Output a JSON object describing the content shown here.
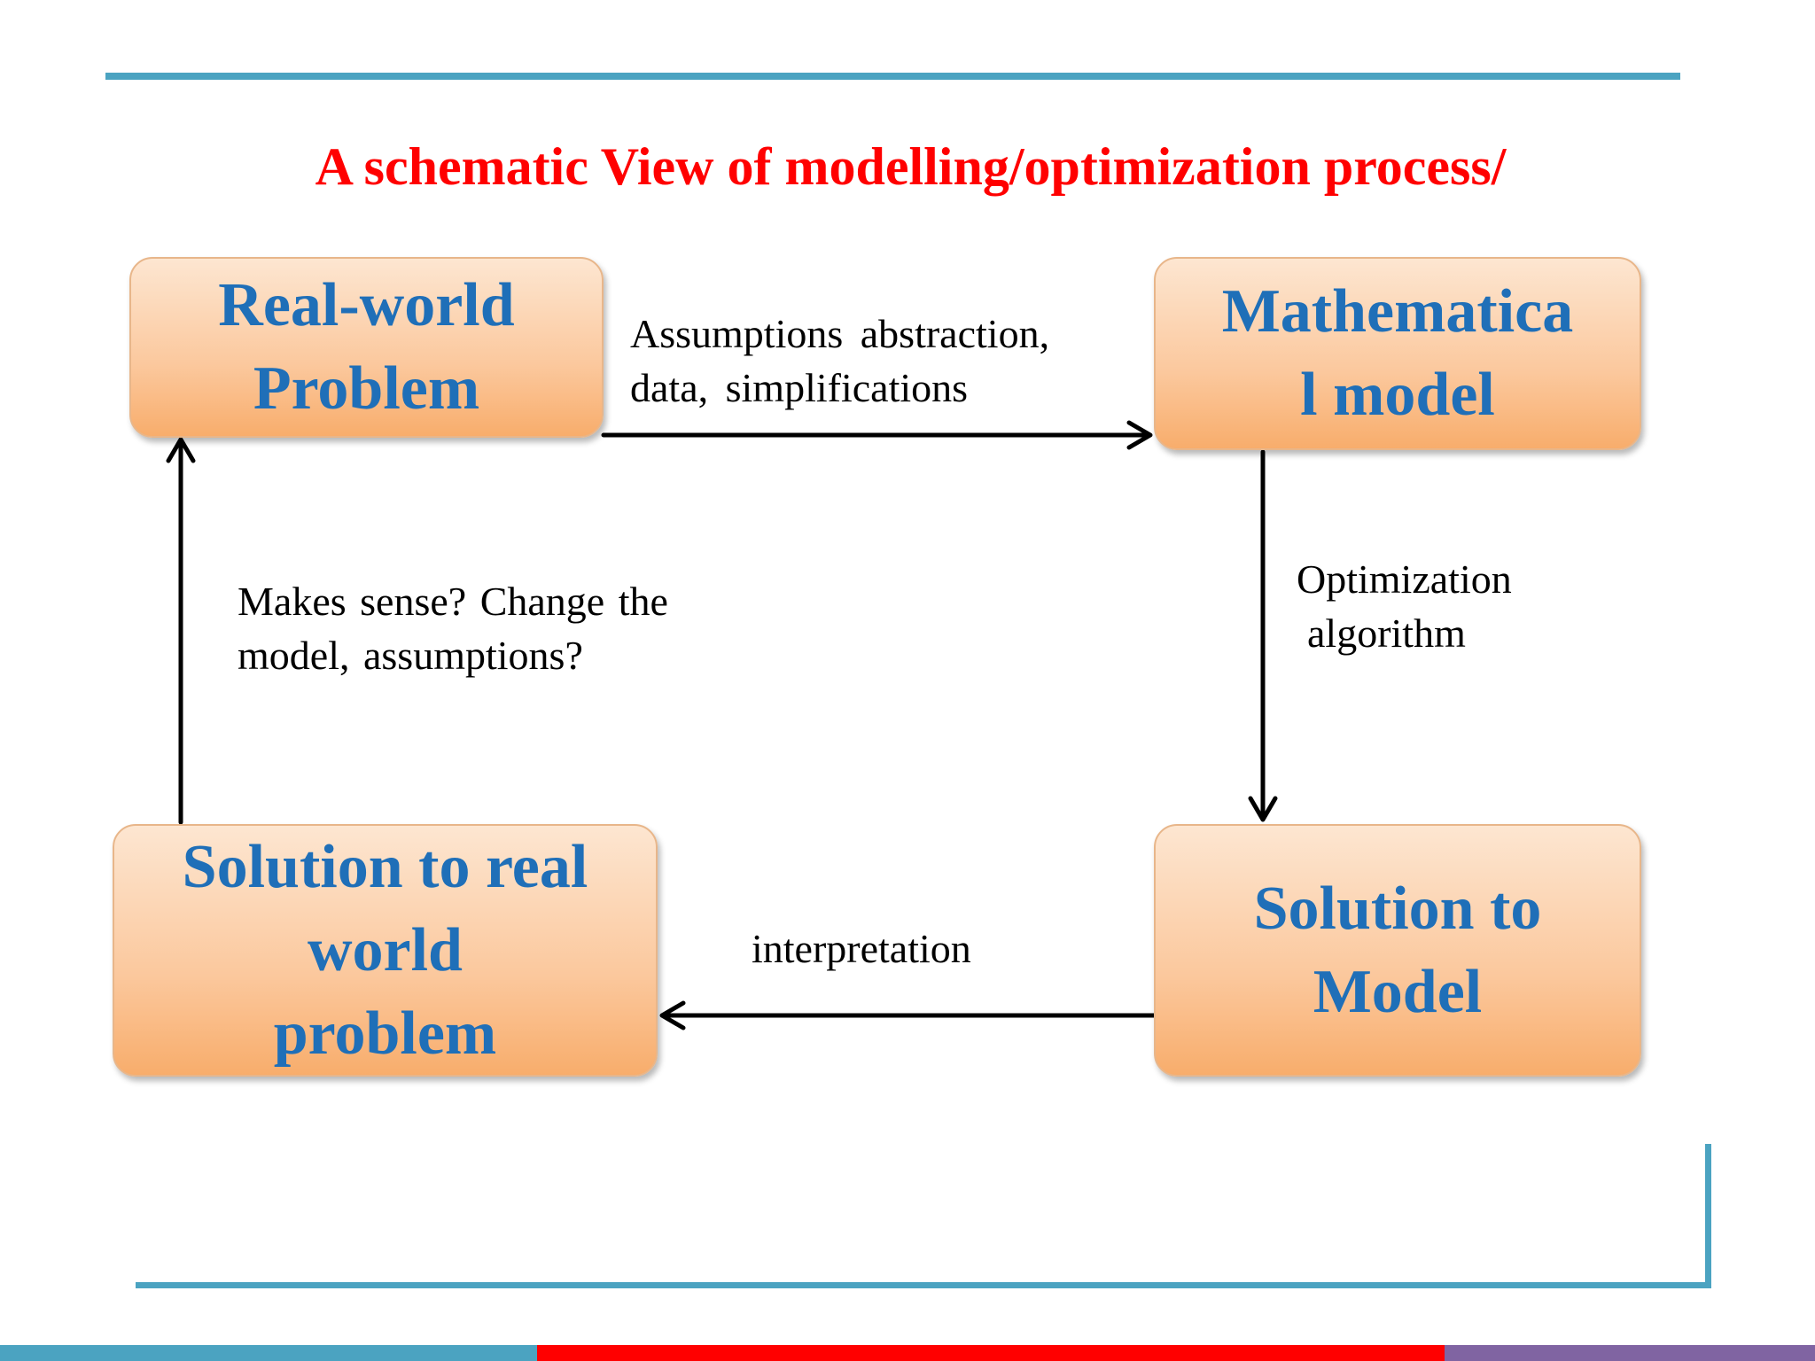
{
  "title": "A schematic View of modelling/optimization process/",
  "boxes": {
    "real_world": [
      "Real-world",
      "Problem"
    ],
    "math_model": [
      "Mathematica",
      "l model"
    ],
    "solution_model": [
      "Solution to",
      "Model"
    ],
    "solution_real": [
      "Solution to real",
      "world",
      "problem"
    ]
  },
  "edges": {
    "assumptions": [
      "Assumptions  abstraction,",
      "data, simplifications"
    ],
    "optimization": [
      "Optimization",
      "algorithm"
    ],
    "interpretation": "interpretation",
    "makes_sense": [
      "Makes sense? Change the",
      "model, assumptions?"
    ]
  },
  "colors": {
    "title": "#ff0000",
    "box_text": "#1f6fb8",
    "rule": "#4ba3c1",
    "footer_red": "#ff0000",
    "footer_purple": "#8064a2"
  }
}
